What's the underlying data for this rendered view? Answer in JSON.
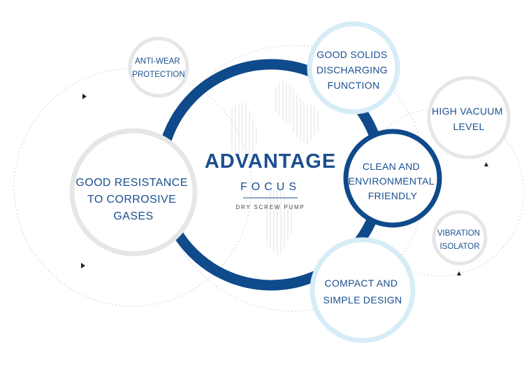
{
  "center": {
    "title": "ADVANTAGE",
    "subtitle": "FOCUS",
    "caption": "DRY SCREW PUMP"
  },
  "features": [
    {
      "id": "anti-wear",
      "lines": [
        "ANTI-WEAR",
        "PROTECTION"
      ]
    },
    {
      "id": "solids",
      "lines": [
        "GOOD SOLIDS",
        "DISCHARGING",
        "FUNCTION"
      ]
    },
    {
      "id": "vacuum",
      "lines": [
        "HIGH VACUUM",
        "LEVEL"
      ]
    },
    {
      "id": "clean",
      "lines": [
        "CLEAN AND",
        "ENVIRONMENTAL",
        "FRIENDLY"
      ]
    },
    {
      "id": "vibration",
      "lines": [
        "VIBRATION",
        "ISOLATOR"
      ]
    },
    {
      "id": "compact",
      "lines": [
        "COMPACT AND",
        "SIMPLE DESIGN"
      ]
    },
    {
      "id": "corrosive",
      "lines": [
        "GOOD RESISTANCE",
        "TO CORROSIVE",
        "GASES"
      ]
    }
  ],
  "colors": {
    "ring_dark": "#0f4a8a",
    "ring_light": "#d6ecf7",
    "ring_grey": "#e6e6e6",
    "text_blue": "#1a4f8f",
    "dotted": "#c6c6c6"
  }
}
